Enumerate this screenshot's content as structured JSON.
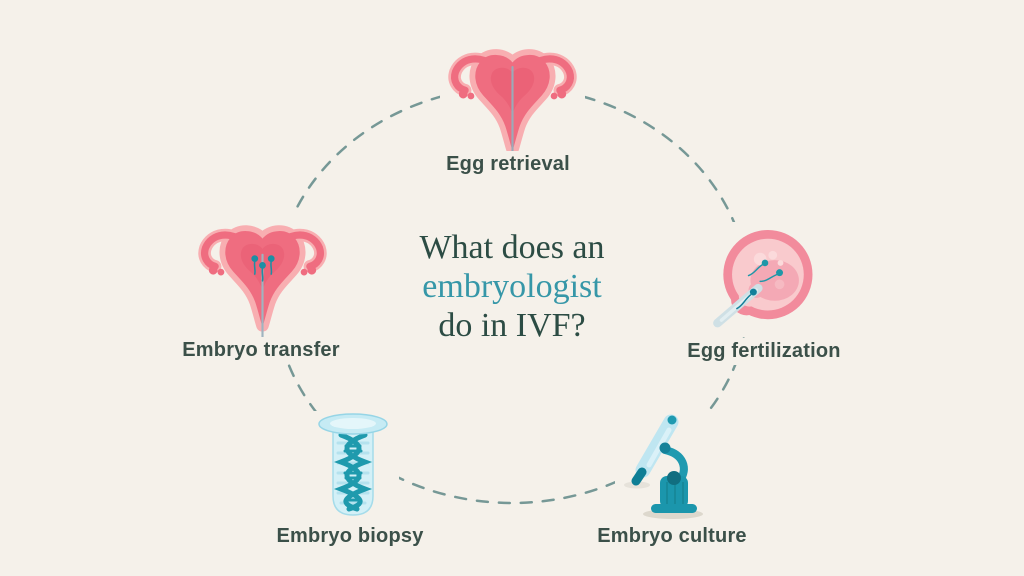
{
  "title": {
    "line1": "What does an",
    "line2": "embryologist",
    "line3": "do in IVF?"
  },
  "stages": [
    {
      "id": "egg-retrieval",
      "label": "Egg retrieval"
    },
    {
      "id": "egg-fertilization",
      "label": "Egg fertilization"
    },
    {
      "id": "embryo-culture",
      "label": "Embryo culture"
    },
    {
      "id": "embryo-biopsy",
      "label": "Embryo biopsy"
    },
    {
      "id": "embryo-transfer",
      "label": "Embryo transfer"
    }
  ],
  "colors": {
    "background": "#f5f1ea",
    "title_dark": "#2c4c44",
    "title_teal": "#3697a8",
    "label_text": "#3b5049",
    "dash_circle": "#5f8887",
    "pink_main": "#ef6d80",
    "pink_light": "#f8aeb1",
    "pink_pale": "#f9cacd",
    "teal_main": "#1f9aad",
    "teal_dark": "#116e80",
    "blue_light": "#bfe6f1",
    "needle_gray": "#9baab8"
  }
}
